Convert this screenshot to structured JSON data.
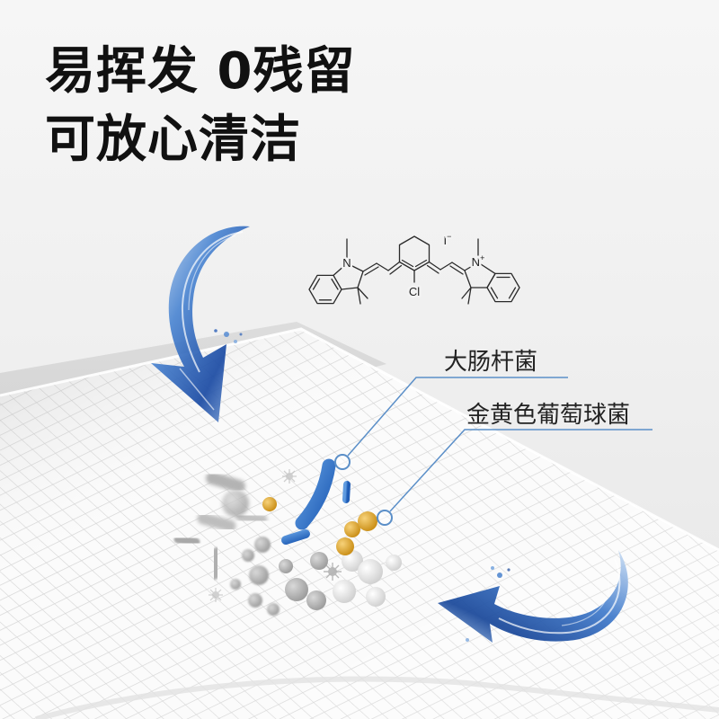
{
  "headline": {
    "line1": "易挥发 0残留",
    "line2": "可放心清洁"
  },
  "molecule": {
    "left_nitrogen": "N",
    "right_nitrogen": "N",
    "right_nitrogen_charge": "+",
    "counter_ion": "I",
    "counter_ion_charge": "−",
    "chlorine": "Cl"
  },
  "callouts": {
    "ecoli": "大肠杆菌",
    "staph": "金黄色葡萄球菌"
  },
  "colors": {
    "background": "#f0f0f0",
    "headline": "#111111",
    "callout_text": "#222222",
    "leader_line": "#5b8fc8",
    "arrow_blue": "#1f56b0",
    "rod_bacteria": "#2e6fc4",
    "coccus_bacteria": "#d9a12a"
  }
}
